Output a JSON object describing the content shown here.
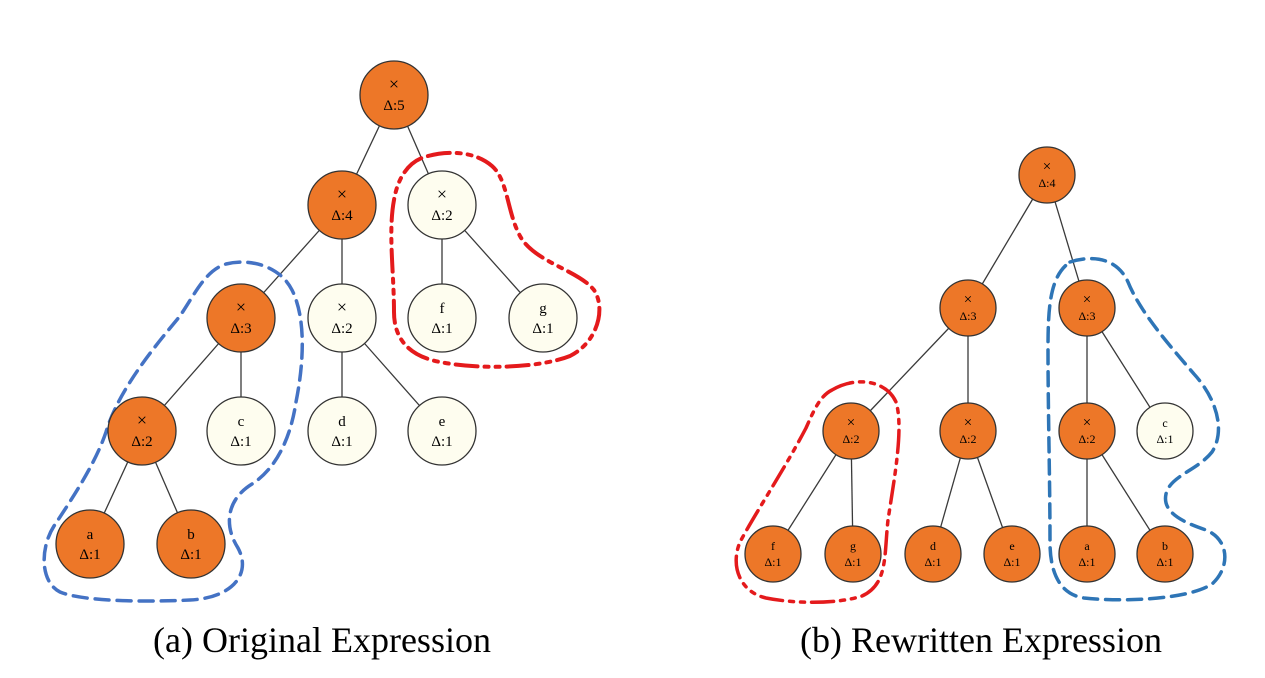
{
  "colors": {
    "highlighted_fill": "#ED7728",
    "plain_fill": "#FEFDEF",
    "red_outline": "#E41A1C",
    "blue_outline": "#4472C4",
    "blue_outline_b": "#2E75B6"
  },
  "panel_a": {
    "caption": "(a) Original Expression",
    "nodes": [
      {
        "id": "a_root",
        "op": "×",
        "delta": "Δ:5",
        "highlighted": true
      },
      {
        "id": "a_n4",
        "op": "×",
        "delta": "Δ:4",
        "highlighted": true
      },
      {
        "id": "a_n2fg",
        "op": "×",
        "delta": "Δ:2",
        "highlighted": false
      },
      {
        "id": "a_n3",
        "op": "×",
        "delta": "Δ:3",
        "highlighted": true
      },
      {
        "id": "a_n2de",
        "op": "×",
        "delta": "Δ:2",
        "highlighted": false
      },
      {
        "id": "a_f",
        "op": "f",
        "delta": "Δ:1",
        "highlighted": false
      },
      {
        "id": "a_g",
        "op": "g",
        "delta": "Δ:1",
        "highlighted": false
      },
      {
        "id": "a_n2ab",
        "op": "×",
        "delta": "Δ:2",
        "highlighted": true
      },
      {
        "id": "a_c",
        "op": "c",
        "delta": "Δ:1",
        "highlighted": false
      },
      {
        "id": "a_d",
        "op": "d",
        "delta": "Δ:1",
        "highlighted": false
      },
      {
        "id": "a_e",
        "op": "e",
        "delta": "Δ:1",
        "highlighted": false
      },
      {
        "id": "a_a",
        "op": "a",
        "delta": "Δ:1",
        "highlighted": true
      },
      {
        "id": "a_b",
        "op": "b",
        "delta": "Δ:1",
        "highlighted": true
      }
    ]
  },
  "panel_b": {
    "caption": "(b) Rewritten Expression",
    "nodes": [
      {
        "id": "b_root",
        "op": "×",
        "delta": "Δ:4",
        "highlighted": true
      },
      {
        "id": "b_n3l",
        "op": "×",
        "delta": "Δ:3",
        "highlighted": true
      },
      {
        "id": "b_n3r",
        "op": "×",
        "delta": "Δ:3",
        "highlighted": true
      },
      {
        "id": "b_n2fg",
        "op": "×",
        "delta": "Δ:2",
        "highlighted": true
      },
      {
        "id": "b_n2de",
        "op": "×",
        "delta": "Δ:2",
        "highlighted": true
      },
      {
        "id": "b_n2ab",
        "op": "×",
        "delta": "Δ:2",
        "highlighted": true
      },
      {
        "id": "b_c",
        "op": "c",
        "delta": "Δ:1",
        "highlighted": false
      },
      {
        "id": "b_f",
        "op": "f",
        "delta": "Δ:1",
        "highlighted": true
      },
      {
        "id": "b_g",
        "op": "g",
        "delta": "Δ:1",
        "highlighted": true
      },
      {
        "id": "b_d",
        "op": "d",
        "delta": "Δ:1",
        "highlighted": true
      },
      {
        "id": "b_e",
        "op": "e",
        "delta": "Δ:1",
        "highlighted": true
      },
      {
        "id": "b_a",
        "op": "a",
        "delta": "Δ:1",
        "highlighted": true
      },
      {
        "id": "b_b",
        "op": "b",
        "delta": "Δ:1",
        "highlighted": true
      }
    ]
  }
}
